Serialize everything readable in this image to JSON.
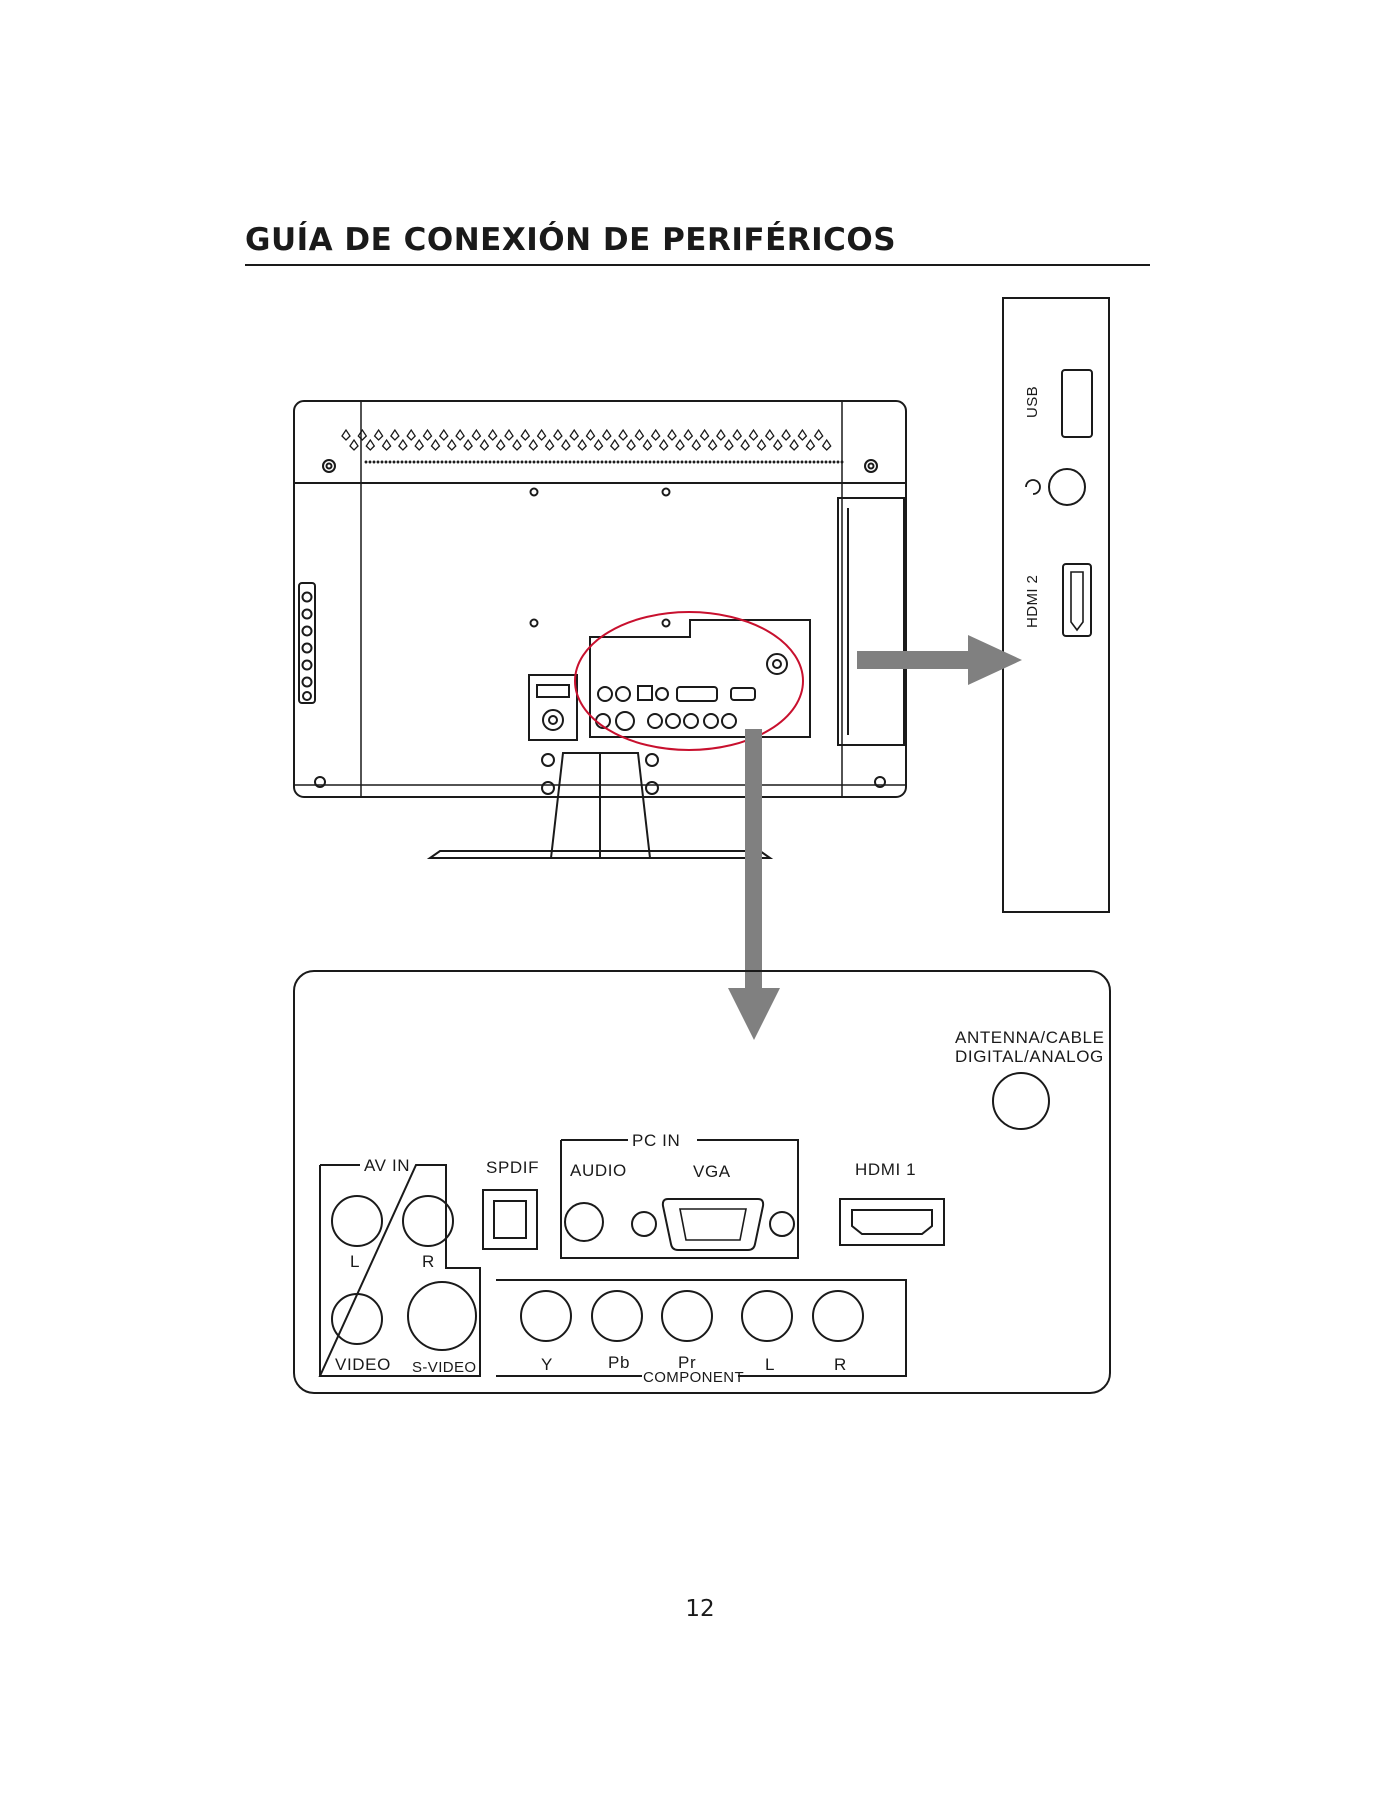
{
  "page": {
    "title": "GUÍA DE CONEXIÓN DE PERIFÉRICOS",
    "page_number": "12"
  },
  "side_panel": {
    "usb": "USB",
    "hdmi2": "HDMI 2"
  },
  "main_panel": {
    "antenna_line1": "ANTENNA/CABLE",
    "antenna_line2": "DIGITAL/ANALOG",
    "av_in": "AV IN",
    "av_l": "L",
    "av_r": "R",
    "video": "VIDEO",
    "svideo": "S-VIDEO",
    "spdif": "SPDIF",
    "pc_in": "PC IN",
    "audio": "AUDIO",
    "vga": "VGA",
    "hdmi1": "HDMI 1",
    "y": "Y",
    "pb": "Pb",
    "pr": "Pr",
    "comp_l": "L",
    "comp_r": "R",
    "component": "COMPONENT"
  },
  "colors": {
    "highlight": "#c8102e",
    "arrow": "#808080",
    "ink": "#1a1a1a"
  }
}
